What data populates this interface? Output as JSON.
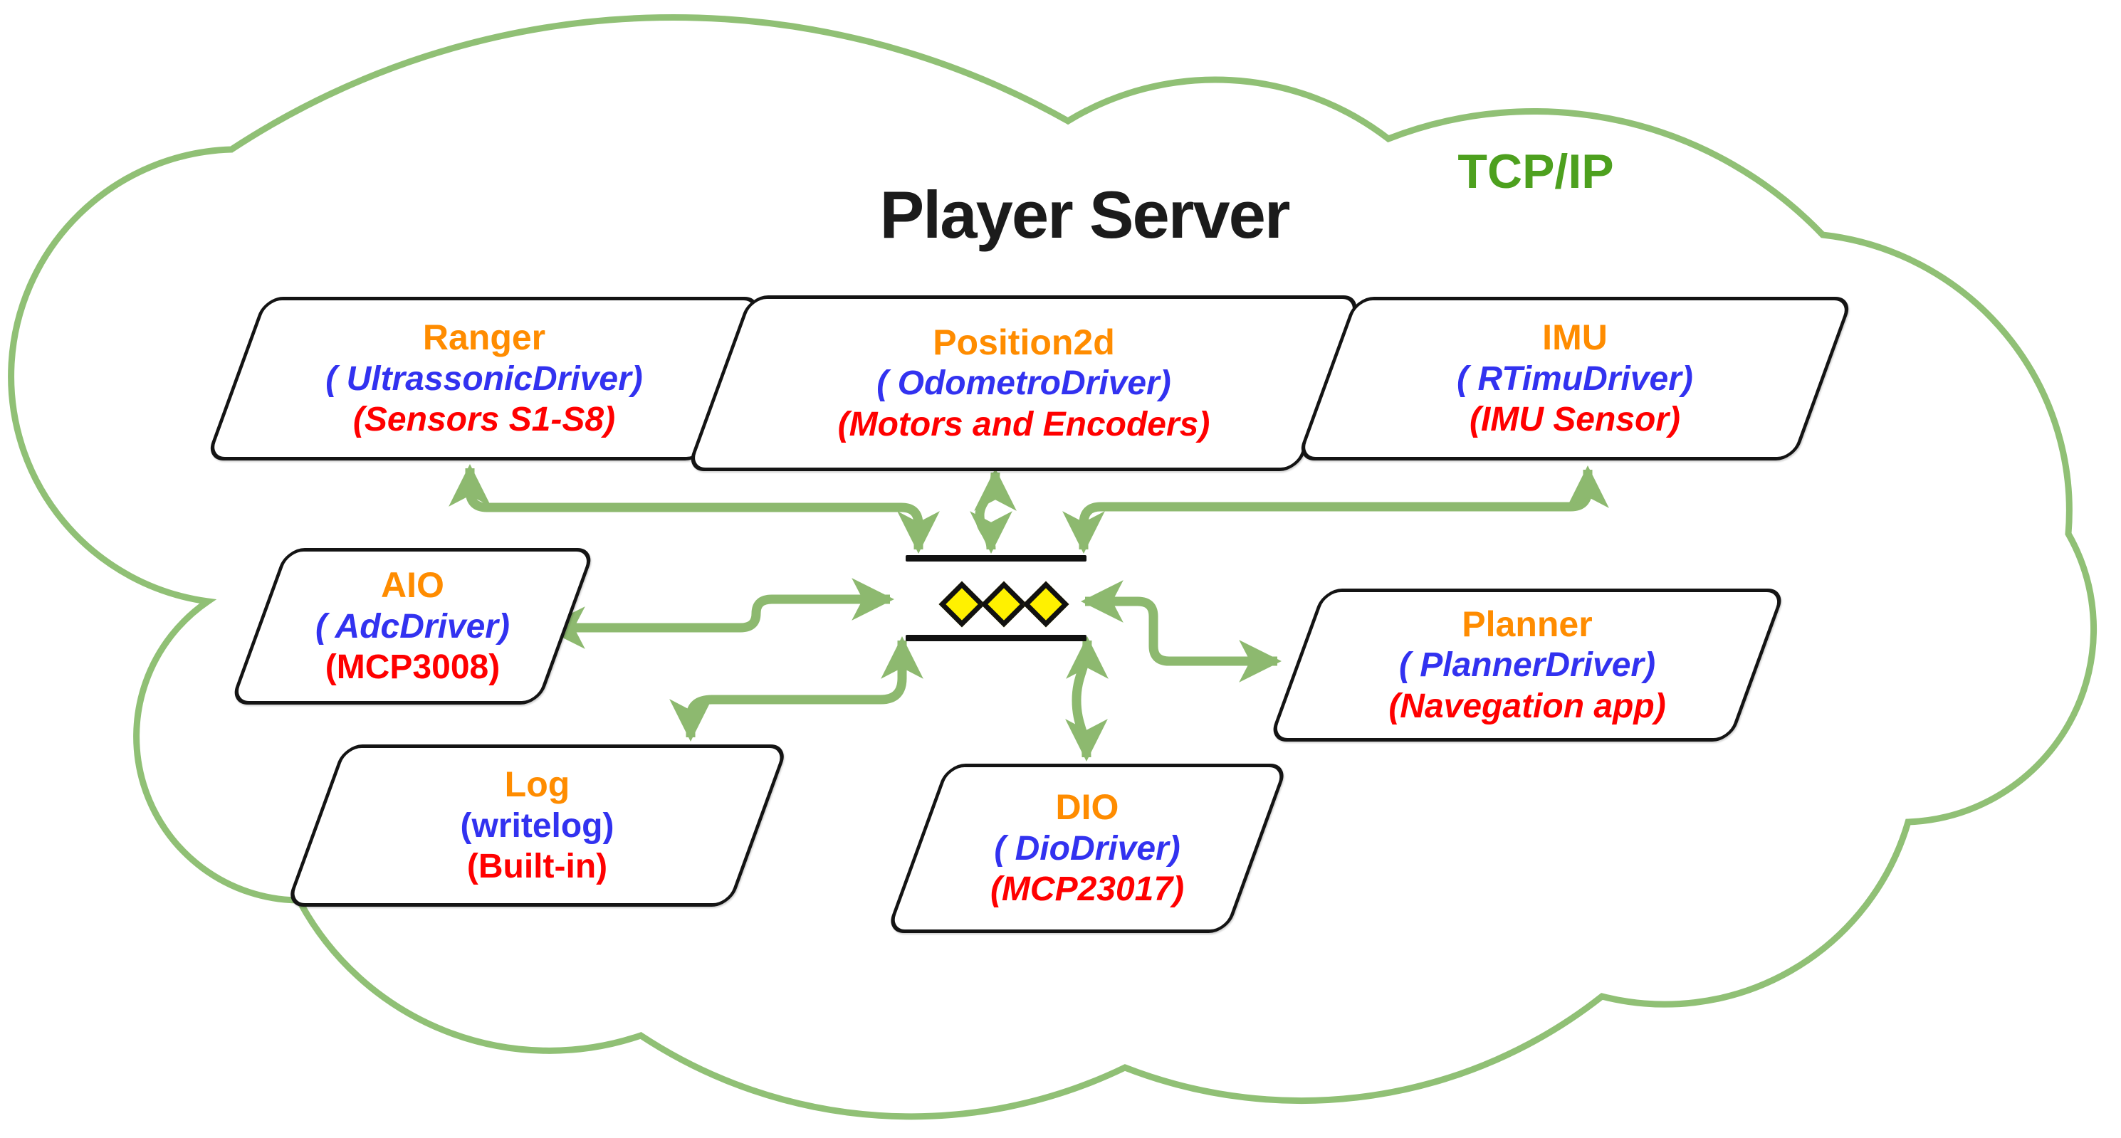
{
  "title": "Player Server",
  "protocol": "TCP/IP",
  "nodes": [
    {
      "id": "ranger",
      "interface": "Ranger",
      "driver": "( UltrassonicDriver)",
      "hardware": "(Sensors S1-S8)"
    },
    {
      "id": "position2d",
      "interface": "Position2d",
      "driver": "( OdometroDriver)",
      "hardware": "(Motors and Encoders)"
    },
    {
      "id": "imu",
      "interface": "IMU",
      "driver": "( RTimuDriver)",
      "hardware": "(IMU Sensor)"
    },
    {
      "id": "aio",
      "interface": "AIO",
      "driver": "( AdcDriver)",
      "hardware": "(MCP3008)"
    },
    {
      "id": "planner",
      "interface": "Planner",
      "driver": "( PlannerDriver)",
      "hardware": "(Navegation app)"
    },
    {
      "id": "log",
      "interface": "Log",
      "driver": "(writelog)",
      "hardware": "(Built-in)"
    },
    {
      "id": "dio",
      "interface": "DIO",
      "driver": "( DioDriver)",
      "hardware": "(MCP23017)"
    }
  ],
  "bus": {
    "diamond_count": 3
  },
  "connections": [
    {
      "from": "Ranger",
      "to": "bus",
      "style": "bidirectional"
    },
    {
      "from": "Position2d",
      "to": "bus",
      "style": "bidirectional"
    },
    {
      "from": "IMU",
      "to": "bus",
      "style": "bidirectional"
    },
    {
      "from": "AIO",
      "to": "bus",
      "style": "bidirectional"
    },
    {
      "from": "Planner",
      "to": "bus",
      "style": "bidirectional"
    },
    {
      "from": "Log",
      "to": "bus",
      "style": "bidirectional"
    },
    {
      "from": "DIO",
      "to": "bus",
      "style": "bidirectional"
    }
  ],
  "colors": {
    "interface_text": "#FF8C00",
    "driver_text": "#3232F0",
    "hardware_text": "#FF0000",
    "arrow_green": "#8DB96F",
    "cloud_green": "#90C075",
    "protocol_green": "#4DA01E",
    "title_black": "#1B1B1B",
    "diamond_yellow": "#FFF100"
  }
}
